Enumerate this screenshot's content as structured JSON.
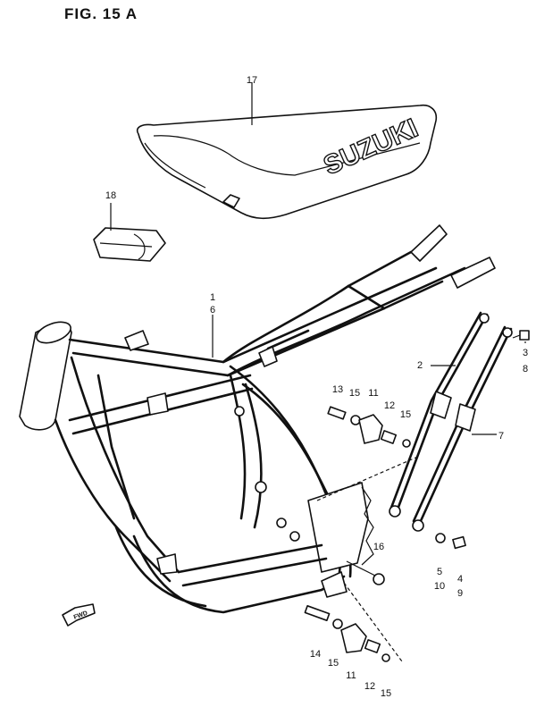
{
  "figure": {
    "title": "FIG. 15 A",
    "brand_text": "SUZUKI",
    "fwd_text": "FWD"
  },
  "callouts": [
    {
      "id": "c17",
      "label": "17"
    },
    {
      "id": "c18",
      "label": "18"
    },
    {
      "id": "c1-6",
      "label": "1\n6"
    },
    {
      "id": "c2",
      "label": "2"
    },
    {
      "id": "c3-8",
      "label": "3\n8"
    },
    {
      "id": "c13",
      "label": "13"
    },
    {
      "id": "c15a",
      "label": "15"
    },
    {
      "id": "c11a",
      "label": "11"
    },
    {
      "id": "c12a",
      "label": "12"
    },
    {
      "id": "c15b",
      "label": "15"
    },
    {
      "id": "c7",
      "label": "7"
    },
    {
      "id": "c16",
      "label": "16"
    },
    {
      "id": "c5-10",
      "label": "5\n10"
    },
    {
      "id": "c4-9",
      "label": "4\n9"
    },
    {
      "id": "c14",
      "label": "14"
    },
    {
      "id": "c15c",
      "label": "15"
    },
    {
      "id": "c11b",
      "label": "11"
    },
    {
      "id": "c12b",
      "label": "12"
    },
    {
      "id": "c15d",
      "label": "15"
    }
  ]
}
